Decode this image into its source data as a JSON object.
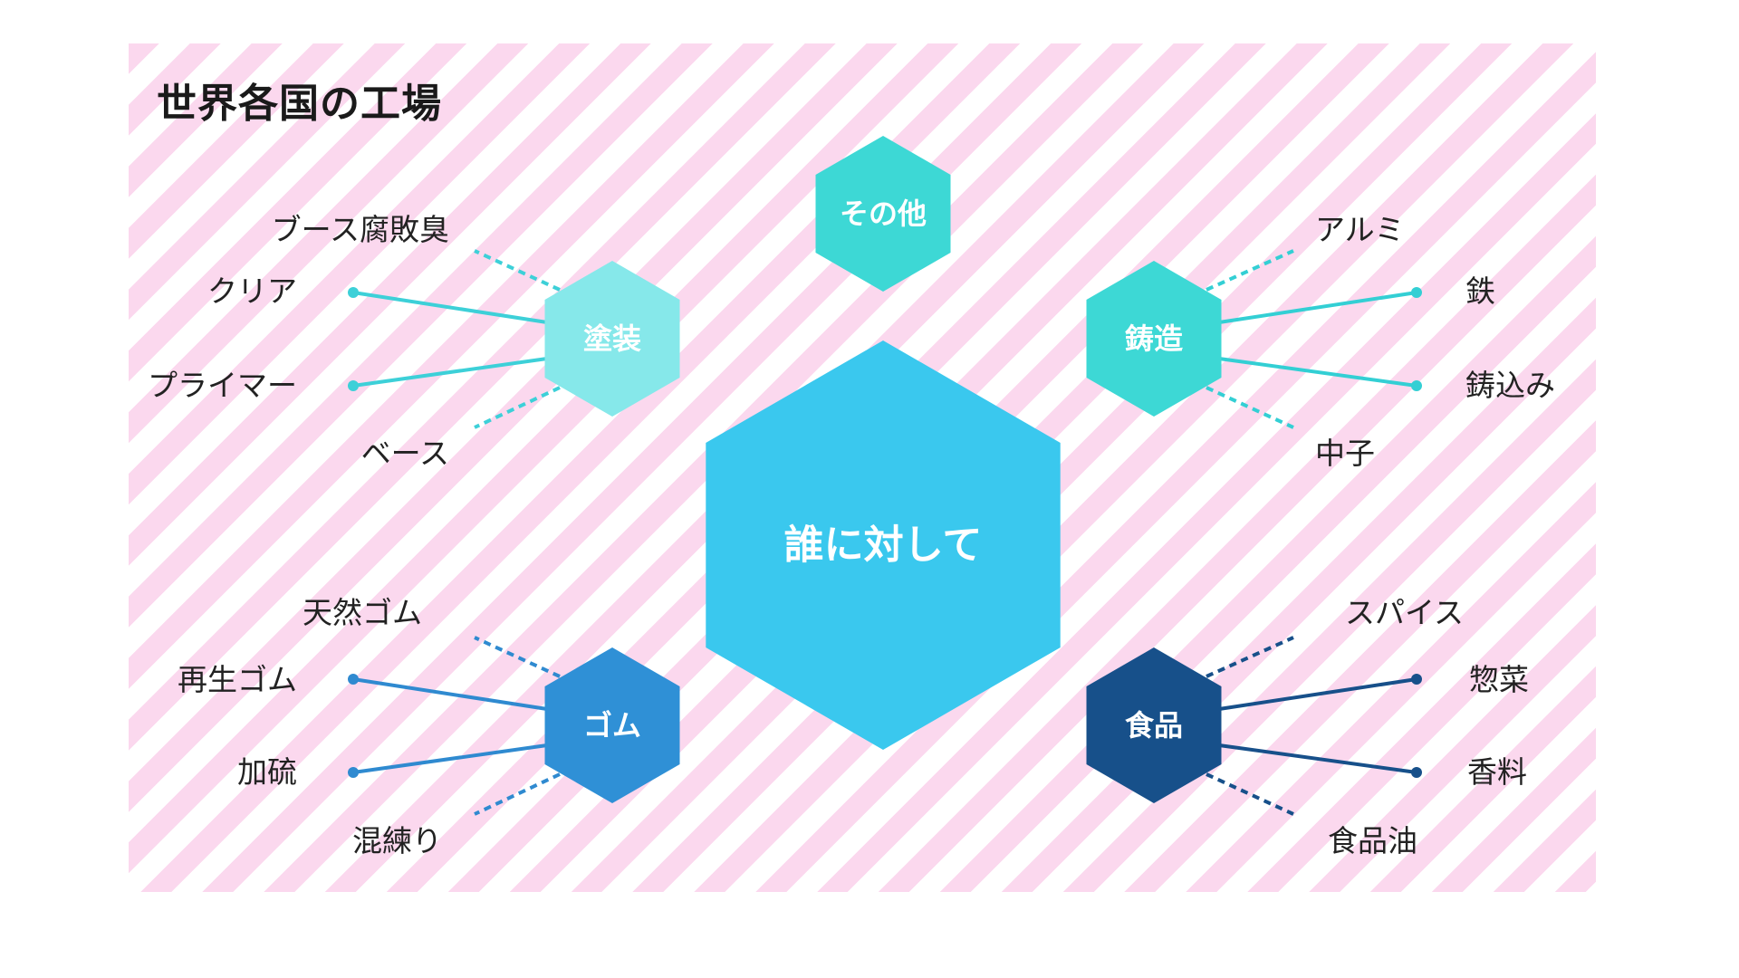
{
  "title": "世界各国の工場",
  "center": {
    "label": "誰に対して",
    "color": "#3ac8ee"
  },
  "other": {
    "label": "その他",
    "color": "#3dd8d5"
  },
  "groups": [
    {
      "id": "painting",
      "label": "塗装",
      "color": "#86e8ea",
      "line_color": "#3dd0d8",
      "items": [
        {
          "label": "ブース腐敗臭",
          "style": "dashed"
        },
        {
          "label": "クリア",
          "style": "solid"
        },
        {
          "label": "プライマー",
          "style": "solid"
        },
        {
          "label": "ベース",
          "style": "dashed"
        }
      ]
    },
    {
      "id": "casting",
      "label": "鋳造",
      "color": "#3dd8d5",
      "line_color": "#33cfd4",
      "items": [
        {
          "label": "アルミ",
          "style": "dashed"
        },
        {
          "label": "鉄",
          "style": "solid"
        },
        {
          "label": "鋳込み",
          "style": "solid"
        },
        {
          "label": "中子",
          "style": "dashed"
        }
      ]
    },
    {
      "id": "rubber",
      "label": "ゴム",
      "color": "#2f90d6",
      "line_color": "#2f8ad0",
      "items": [
        {
          "label": "天然ゴム",
          "style": "dashed"
        },
        {
          "label": "再生ゴム",
          "style": "solid"
        },
        {
          "label": "加硫",
          "style": "solid"
        },
        {
          "label": "混練り",
          "style": "dashed"
        }
      ]
    },
    {
      "id": "food",
      "label": "食品",
      "color": "#17508a",
      "line_color": "#17508a",
      "items": [
        {
          "label": "スパイス",
          "style": "dashed"
        },
        {
          "label": "惣菜",
          "style": "solid"
        },
        {
          "label": "香料",
          "style": "solid"
        },
        {
          "label": "食品油",
          "style": "dashed"
        }
      ]
    }
  ]
}
